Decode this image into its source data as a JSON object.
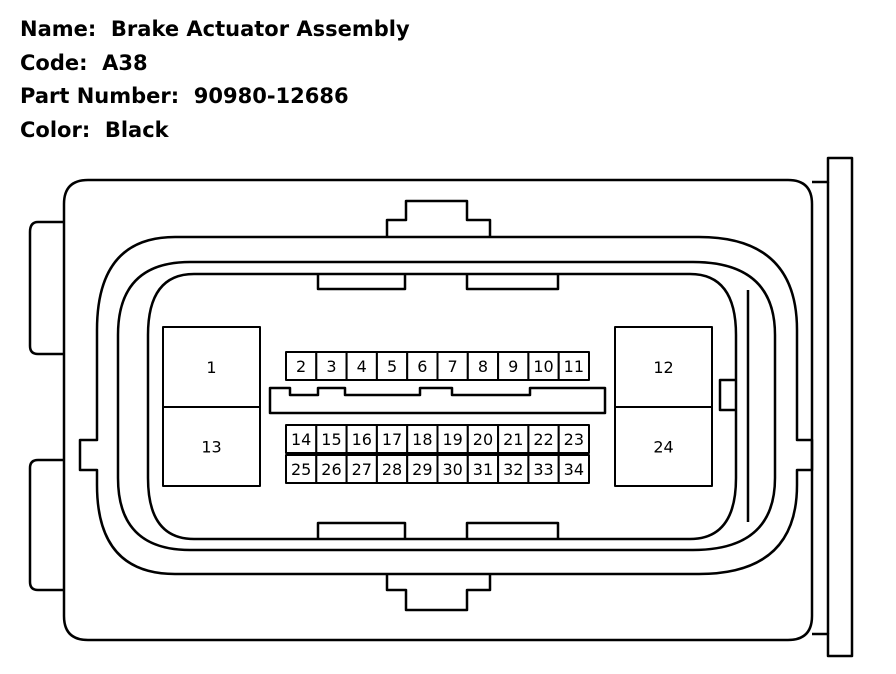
{
  "info": {
    "name_label": "Name:",
    "name_value": "Brake Actuator Assembly",
    "code_label": "Code:",
    "code_value": "A38",
    "part_label": "Part Number:",
    "part_value": "90980-12686",
    "color_label": "Color:",
    "color_value": "Black"
  },
  "connector": {
    "large_cavities": [
      "1",
      "13",
      "12",
      "24"
    ],
    "row1": [
      "2",
      "3",
      "4",
      "5",
      "6",
      "7",
      "8",
      "9",
      "10",
      "11"
    ],
    "row2": [
      "14",
      "15",
      "16",
      "17",
      "18",
      "19",
      "20",
      "21",
      "22",
      "23"
    ],
    "row3": [
      "25",
      "26",
      "27",
      "28",
      "29",
      "30",
      "31",
      "32",
      "33",
      "34"
    ]
  }
}
